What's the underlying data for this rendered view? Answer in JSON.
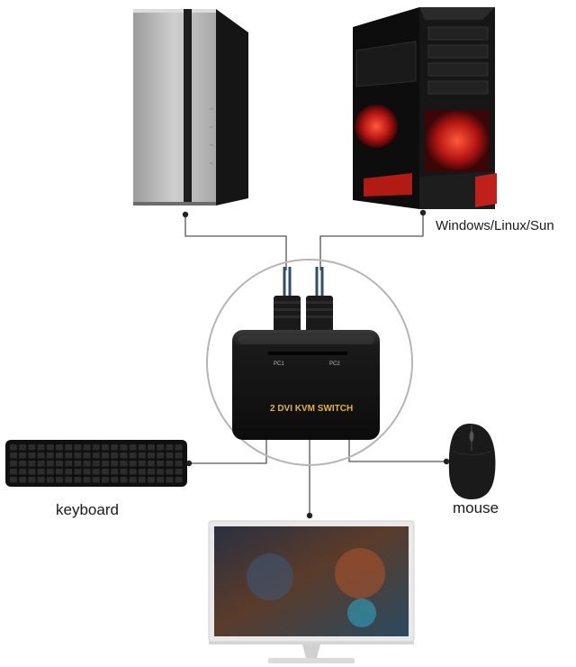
{
  "labels": {
    "os": "Windows/Linux/Sun",
    "keyboard": "keyboard",
    "mouse": "mouse"
  },
  "switch": {
    "brand_text": "2 DVI KVM SWITCH",
    "port1": "PC1",
    "port2": "PC2"
  },
  "colors": {
    "line": "#555555",
    "device_black": "#121212",
    "case_silver": "#b9b9b9",
    "led_red": "#e2261c",
    "switch_text": "#e3b23a"
  }
}
